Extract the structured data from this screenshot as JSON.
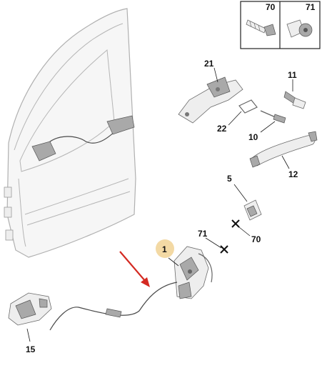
{
  "labels": {
    "p70_box": "70",
    "p71_box": "71",
    "p21": "21",
    "p11": "11",
    "p22": "22",
    "p10": "10",
    "p12": "12",
    "p5": "5",
    "p70": "70",
    "p71": "71",
    "p1": "1",
    "p15": "15"
  },
  "colors": {
    "highlight_circle": "#f3d9a4",
    "arrow": "#d42a22",
    "box_border": "#222222"
  }
}
